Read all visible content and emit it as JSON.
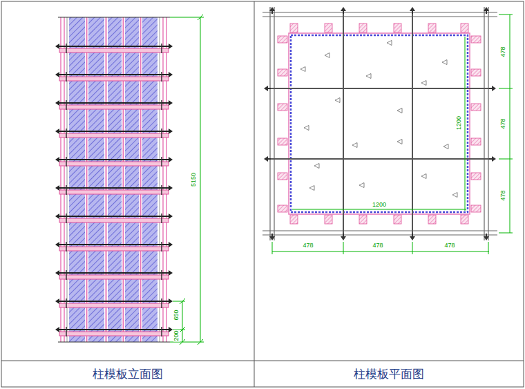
{
  "diagram": {
    "labels": [
      "5150",
      "650",
      "200",
      "1200",
      "1200",
      "478",
      "478",
      "478",
      "478",
      "478",
      "478",
      "柱模板立面图",
      "柱模板平面图"
    ]
  }
}
